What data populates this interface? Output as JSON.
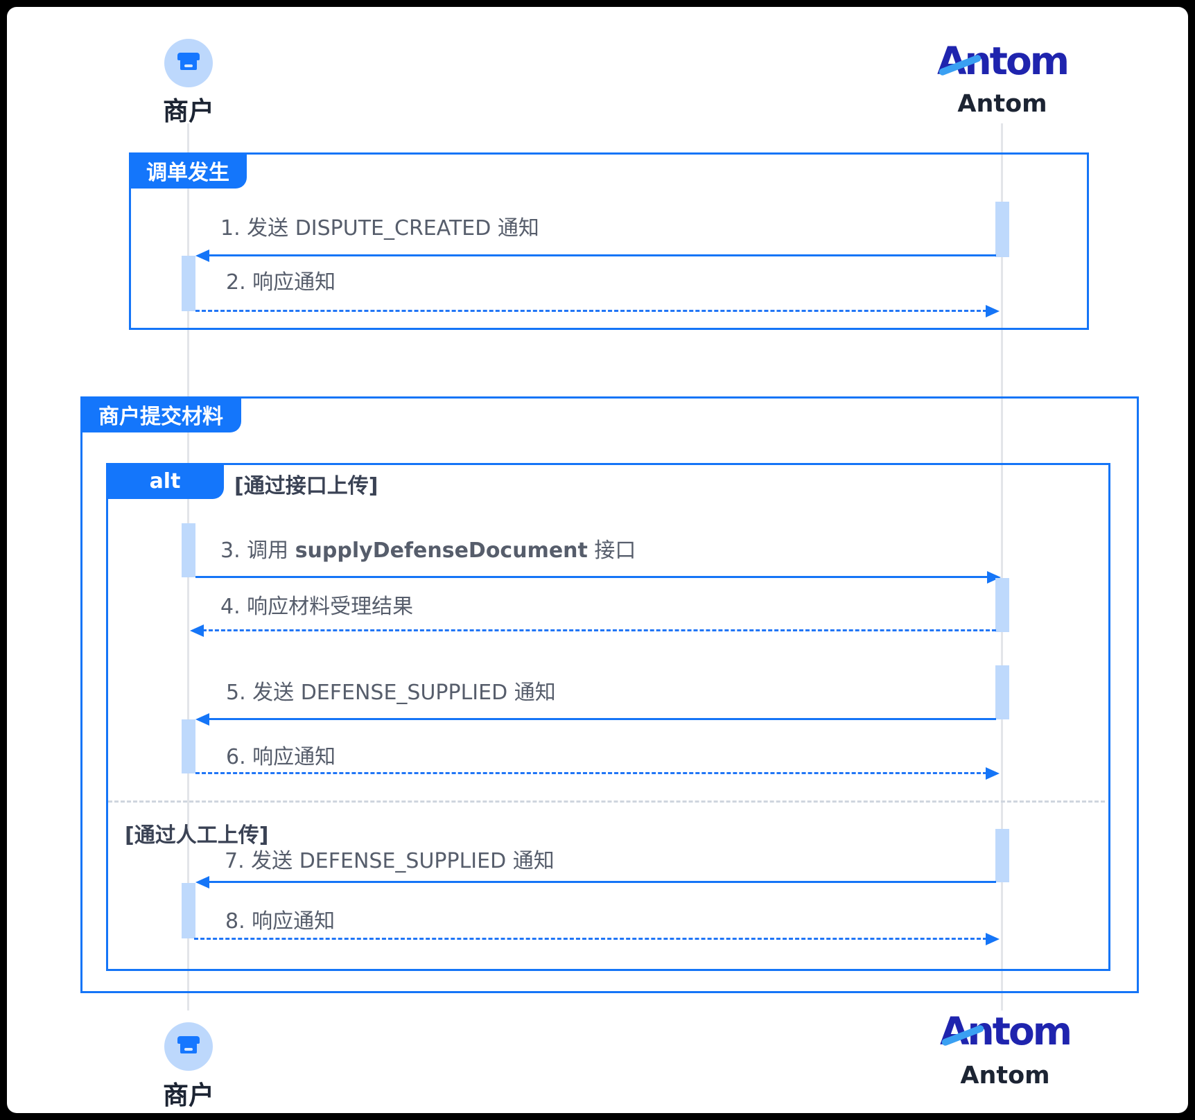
{
  "actors": {
    "merchant": {
      "label": "商户"
    },
    "antom": {
      "label": "Antom",
      "logo_text": "Antom"
    }
  },
  "frames": {
    "dispute": {
      "title": "调单发生"
    },
    "submit": {
      "title": "商户提交材料"
    },
    "alt": {
      "operator": "alt",
      "guard_api": "[通过接口上传]",
      "guard_manual": "[通过人工上传]"
    }
  },
  "messages": [
    {
      "text": "1. 发送 DISPUTE_CREATED 通知",
      "from": "antom",
      "to": "merchant",
      "line": "solid"
    },
    {
      "text": "2. 响应通知",
      "from": "merchant",
      "to": "antom",
      "line": "dashed"
    },
    {
      "prefix": "3. 调用 ",
      "bold": "supplyDefenseDocument",
      "suffix": " 接口",
      "from": "merchant",
      "to": "antom",
      "line": "solid"
    },
    {
      "text": "4. 响应材料受理结果",
      "from": "antom",
      "to": "merchant",
      "line": "dashed"
    },
    {
      "text": "5. 发送 DEFENSE_SUPPLIED 通知",
      "from": "antom",
      "to": "merchant",
      "line": "solid"
    },
    {
      "text": "6. 响应通知",
      "from": "merchant",
      "to": "antom",
      "line": "dashed"
    },
    {
      "text": "7. 发送 DEFENSE_SUPPLIED 通知",
      "from": "antom",
      "to": "merchant",
      "line": "solid"
    },
    {
      "text": "8. 响应通知",
      "from": "merchant",
      "to": "antom",
      "line": "dashed"
    }
  ],
  "colors": {
    "accent": "#1575f7",
    "frame_label_bg": "#1476fb",
    "activation_fill": "#bed9fc",
    "lifeline": "#e3e5e9",
    "message_text": "#565d6b",
    "actor_text": "#1c2433",
    "logo_navy": "#1f24ae",
    "logo_swoosh": "#3aa0f2",
    "avatar_bg": "#bdd8fc"
  }
}
